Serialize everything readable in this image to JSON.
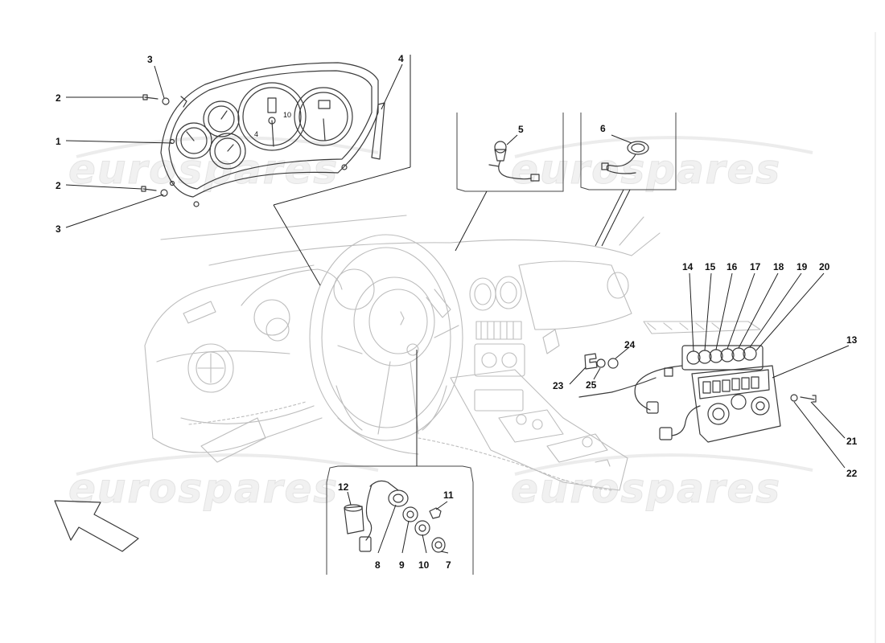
{
  "watermark": {
    "text": "eurospares"
  },
  "callouts": {
    "c1": "1",
    "c2a": "2",
    "c2b": "2",
    "c3a": "3",
    "c3b": "3",
    "c4": "4",
    "c5": "5",
    "c6": "6",
    "c7": "7",
    "c8": "8",
    "c9": "9",
    "c10": "10",
    "c11": "11",
    "c12": "12",
    "c13": "13",
    "c14": "14",
    "c15": "15",
    "c16": "16",
    "c17": "17",
    "c18": "18",
    "c19": "19",
    "c20": "20",
    "c21": "21",
    "c22": "22",
    "c23": "23",
    "c24": "24",
    "c25": "25"
  },
  "gauge_labels": {
    "speed": "10",
    "tacho_tick": "4"
  }
}
